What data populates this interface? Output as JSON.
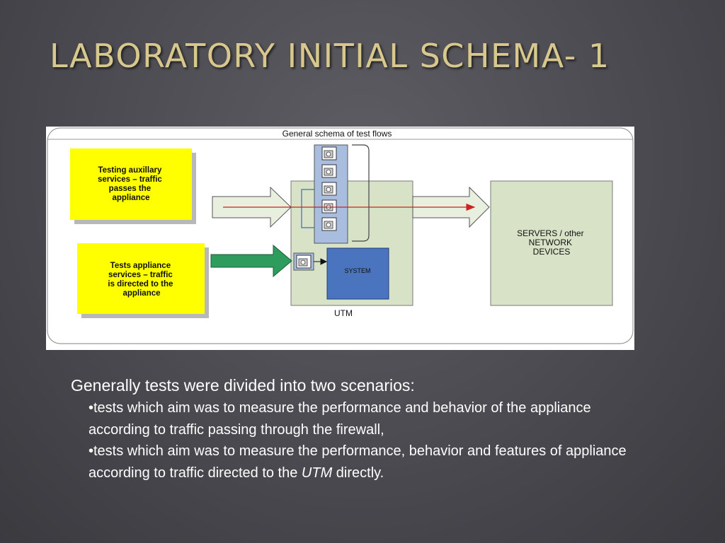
{
  "slide": {
    "title": "LABORATORY INITIAL SCHEMA- 1"
  },
  "diagram": {
    "caption": "General schema of test flows",
    "box_auxiliary": [
      "Testing auxillary",
      "services – traffic",
      "passes the",
      "appliance"
    ],
    "box_appliance": [
      "Tests appliance",
      "services – traffic",
      "is directed to the",
      "appliance"
    ],
    "system_label": "SYSTEM",
    "utm_label": "UTM",
    "servers_label": [
      "SERVERS  / other",
      "NETWORK",
      "DEVICES"
    ],
    "colors": {
      "yellow_box": "#ffff00",
      "utm_box": "#d8e2c6",
      "servers_box": "#d8e2c6",
      "system_box": "#4a74be",
      "green_arrow": "#2e9c5c",
      "red_line": "#cc2222",
      "module_column": "#a9bedf"
    },
    "icons": [
      "network-module-icon",
      "network-module-icon",
      "network-module-icon",
      "network-module-icon",
      "network-module-icon",
      "network-module-icon"
    ]
  },
  "content": {
    "intro": "Generally tests were divided into two scenarios:",
    "bullet1": "•tests which aim was to measure the performance and behavior of the appliance according to traffic passing through the firewall,",
    "bullet2_main": "•tests which aim was to measure the performance, behavior and features of appliance according to traffic directed to the ",
    "bullet2_em": "UTM",
    "bullet2_end": " directly."
  }
}
